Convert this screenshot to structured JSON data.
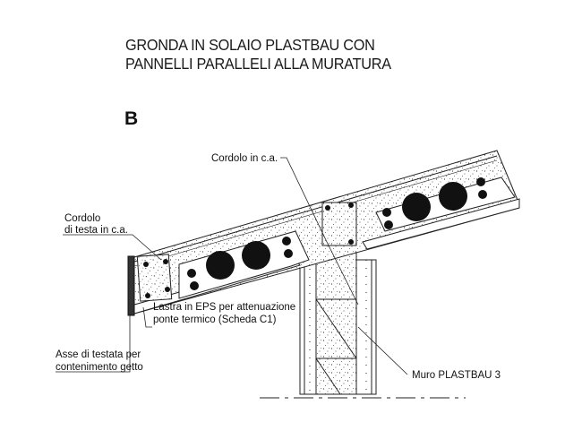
{
  "title": {
    "line1": "GRONDA IN SOLAIO PLASTBAU CON",
    "line2": "PANNELLI PARALLELI ALLA MURATURA"
  },
  "section_label": "B",
  "labels": {
    "cordolo_ca": "Cordolo in c.a.",
    "cordolo_testa_1": "Cordolo",
    "cordolo_testa_2": "di testa in c.a.",
    "lastra_eps_1": "Lastra in EPS per attenuazione",
    "lastra_eps_2": "ponte termico (Scheda C1)",
    "asse_testata_1": "Asse di testata per",
    "asse_testata_2": "contenimento getto",
    "muro": "Muro PLASTBAU 3"
  }
}
